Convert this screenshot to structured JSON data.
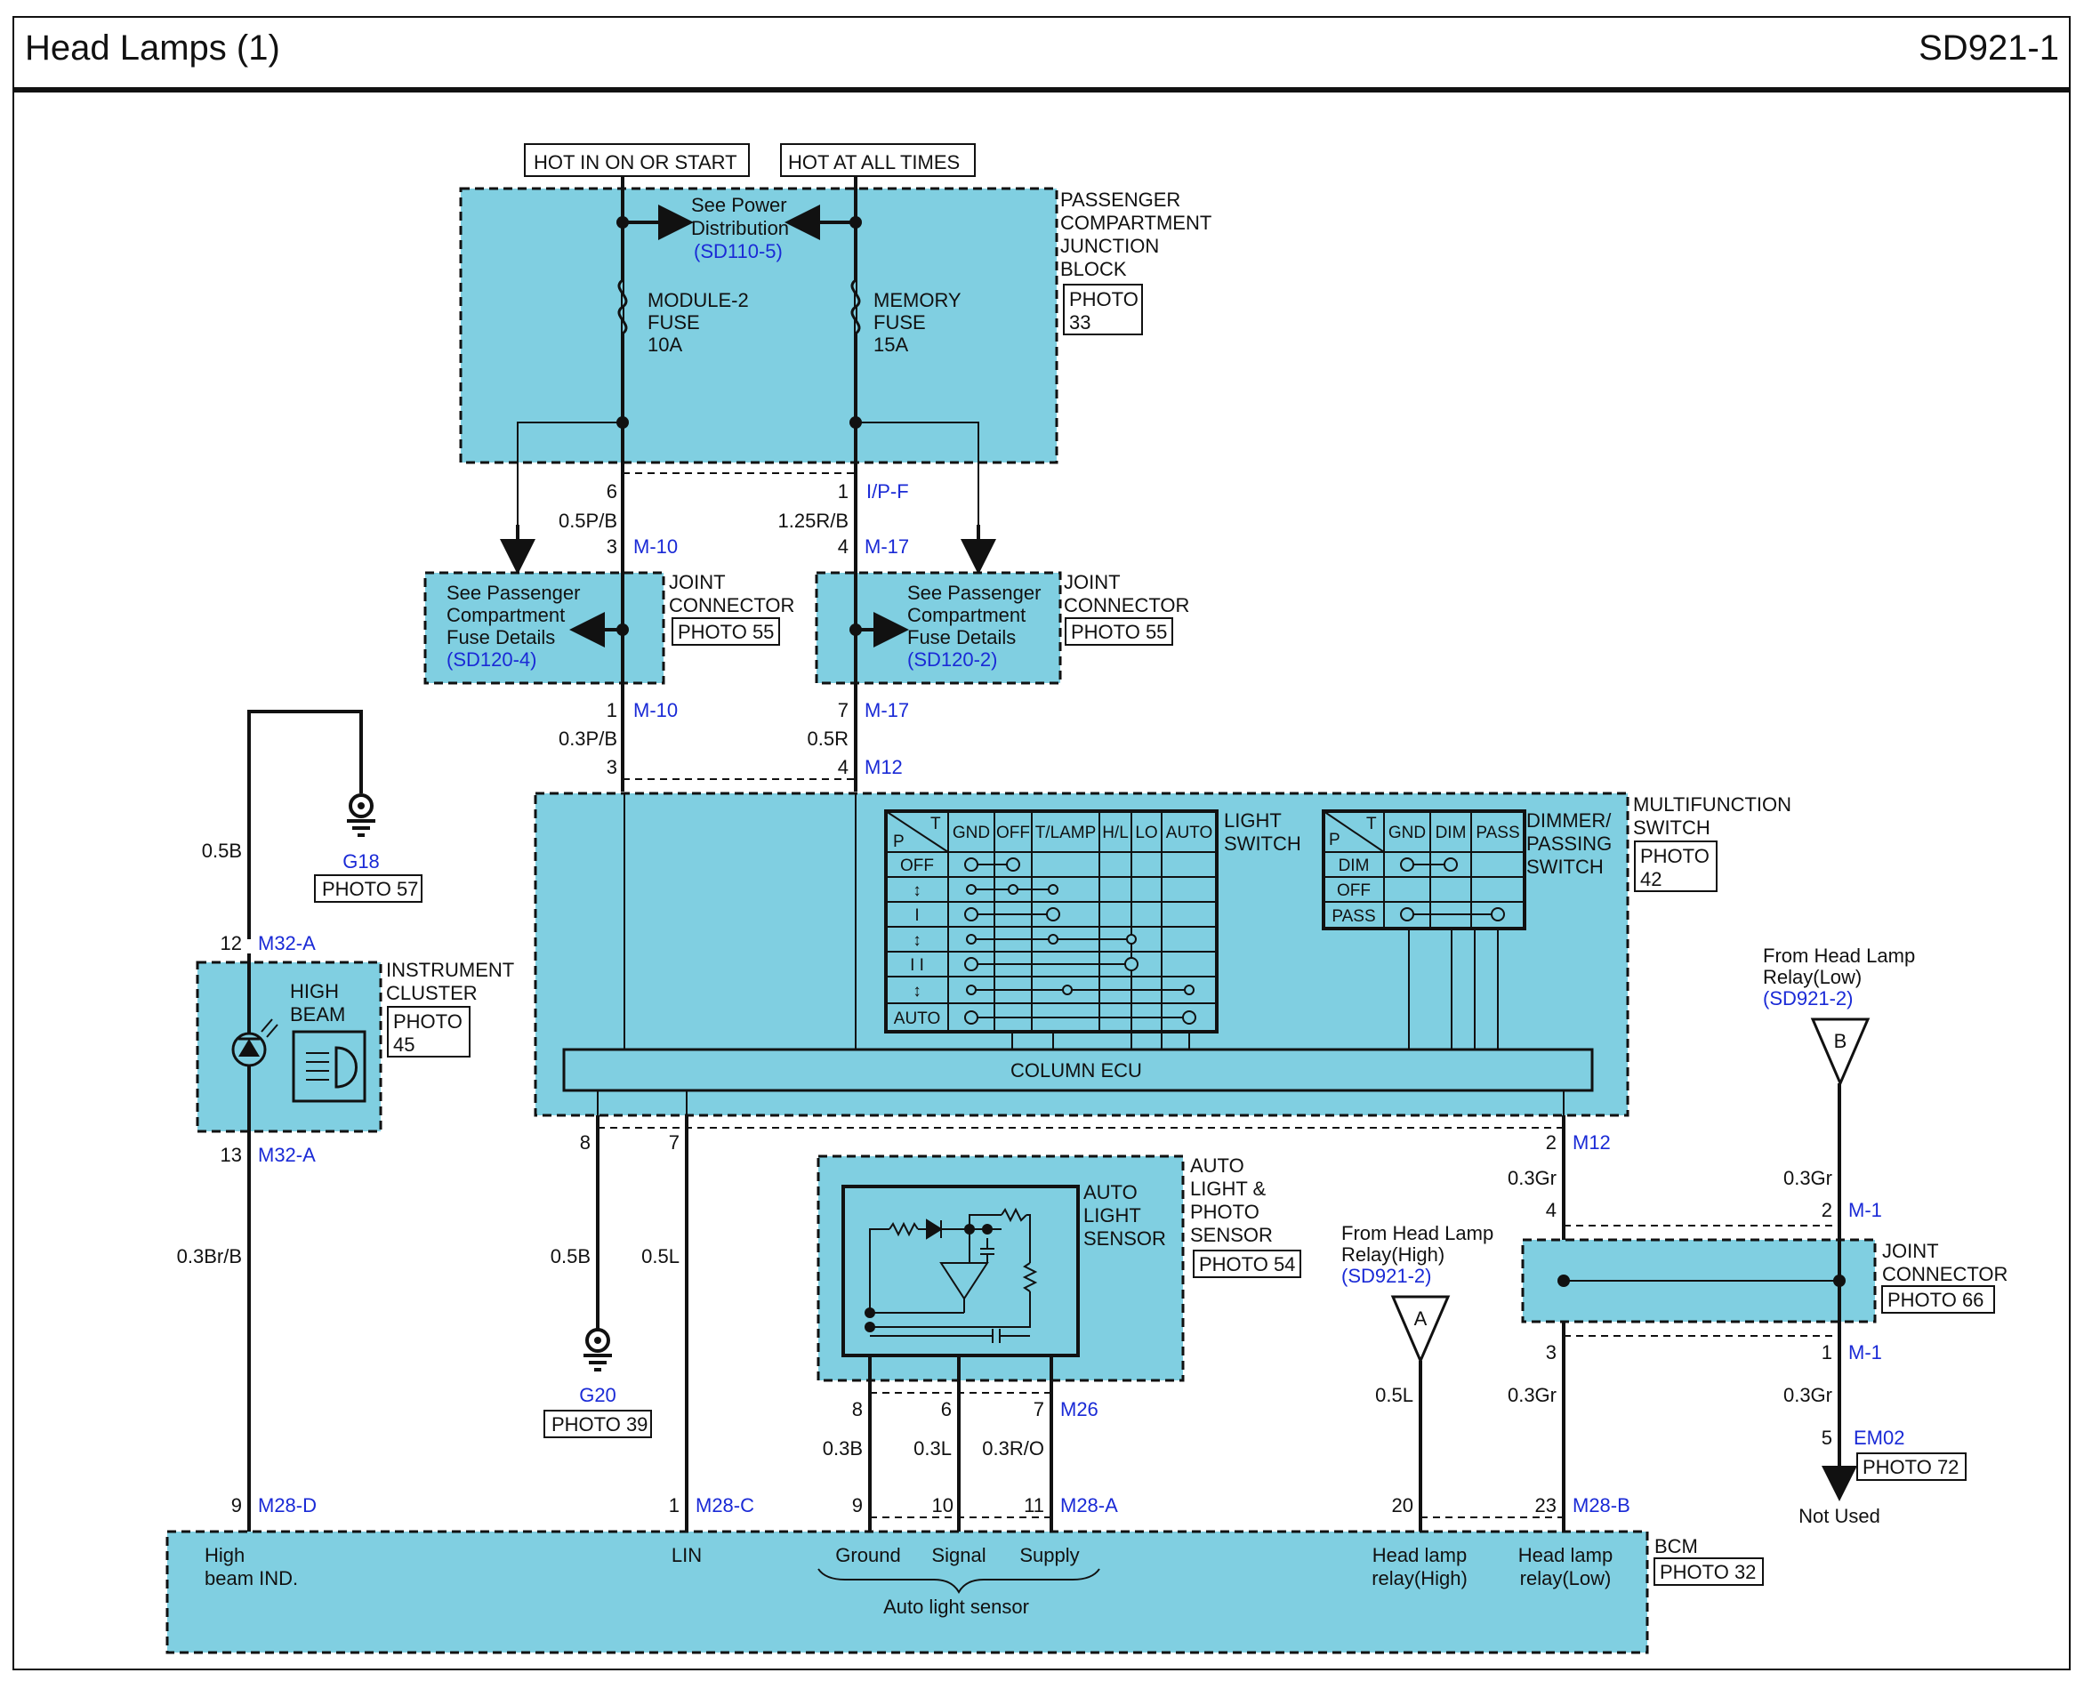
{
  "header": {
    "title": "Head Lamps (1)",
    "code": "SD921-1"
  },
  "power": {
    "hot_run": "HOT IN ON OR START",
    "hot_always": "HOT AT ALL TIMES"
  },
  "junction_block": {
    "name": [
      "PASSENGER",
      "COMPARTMENT",
      "JUNCTION",
      "BLOCK"
    ],
    "photo": [
      "PHOTO",
      "33"
    ],
    "see_power": [
      "See Power",
      "Distribution"
    ],
    "see_power_ref": "(SD110-5)",
    "fuse1": [
      "MODULE-2",
      "FUSE",
      "10A"
    ],
    "fuse2": [
      "MEMORY",
      "FUSE",
      "15A"
    ]
  },
  "pins": {
    "jb_left": "6",
    "jb_right": "1",
    "jb_conn": "I/P-F",
    "w1": "0.5P/B",
    "w2": "1.25R/B",
    "jc1_top_pin": "3",
    "jc1_top": "M-10",
    "jc2_top_pin": "4",
    "jc2_top": "M-17",
    "jc1_bot_pin": "1",
    "jc1_bot": "M-10",
    "jc2_bot_pin": "7",
    "jc2_bot": "M-17",
    "w3": "0.3P/B",
    "w4": "0.5R",
    "mf_left_pin": "3",
    "mf_right_pin": "4",
    "mf_conn": "M12",
    "mf_b1": "8",
    "mf_b2": "7",
    "mf_b3": "2",
    "mf_b3_conn": "M12",
    "w5": "0.5B",
    "w6": "0.5L",
    "w7": "0.3Gr",
    "ic_top_pin": "12",
    "ic_top": "M32-A",
    "ic_bot_pin": "13",
    "ic_bot": "M32-A",
    "w_g18": "0.5B",
    "w_ic": "0.3Br/B",
    "bcm_p9": "9",
    "bcm_p9_conn": "M28-D",
    "bcm_p1": "1",
    "bcm_p1_conn": "M28-C",
    "bcm_p9b": "9",
    "bcm_p10": "10",
    "bcm_p11": "11",
    "bcm_p11_conn": "M28-A",
    "bcm_p20": "20",
    "bcm_p23": "23",
    "bcm_p23_conn": "M28-B",
    "als_p8": "8",
    "als_p6": "6",
    "als_p7": "7",
    "als_conn": "M26",
    "w8": "0.3B",
    "w9": "0.3L",
    "w10": "0.3R/O",
    "w11": "0.5L",
    "w12": "0.3Gr",
    "jc3_p4": "4",
    "jc3_p2": "2",
    "jc3_p2_conn": "M-1",
    "jc3_p3": "3",
    "jc3_p1": "1",
    "jc3_p1_conn": "M-1",
    "w13": "0.3Gr",
    "w14": "0.3Gr",
    "em_pin": "5",
    "em_conn": "EM02"
  },
  "joint_connector_1": {
    "name": [
      "JOINT",
      "CONNECTOR"
    ],
    "photo": "PHOTO 55",
    "see": [
      "See Passenger",
      "Compartment",
      "Fuse Details"
    ],
    "ref": "(SD120-4)"
  },
  "joint_connector_2": {
    "name": [
      "JOINT",
      "CONNECTOR"
    ],
    "photo": "PHOTO 55",
    "see": [
      "See Passenger",
      "Compartment",
      "Fuse Details"
    ],
    "ref": "(SD120-2)"
  },
  "joint_connector_3": {
    "name": [
      "JOINT",
      "CONNECTOR"
    ],
    "photo": "PHOTO 66"
  },
  "multifunction": {
    "name": [
      "MULTIFUNCTION",
      "SWITCH"
    ],
    "photo": [
      "PHOTO",
      "42"
    ],
    "light_switch": [
      "LIGHT",
      "SWITCH"
    ],
    "dimmer_switch": [
      "DIMMER/",
      "PASSING",
      "SWITCH"
    ],
    "ls_cols": [
      "GND",
      "OFF",
      "T/LAMP",
      "H/L",
      "LO",
      "AUTO"
    ],
    "ls_rows": [
      "OFF",
      "↕",
      "I",
      "↕",
      "I I",
      "↕",
      "AUTO"
    ],
    "ds_cols": [
      "GND",
      "DIM",
      "PASS"
    ],
    "ds_rows": [
      "DIM",
      "OFF",
      "PASS"
    ],
    "p": "P",
    "t": "T",
    "ecu": "COLUMN ECU"
  },
  "instrument_cluster": {
    "name": [
      "INSTRUMENT",
      "CLUSTER"
    ],
    "photo": [
      "PHOTO",
      "45"
    ],
    "lamp": [
      "HIGH",
      "BEAM"
    ]
  },
  "grounds": {
    "g18": "G18",
    "g18_photo": "PHOTO 57",
    "g20": "G20",
    "g20_photo": "PHOTO 39"
  },
  "auto_light": {
    "name": [
      "AUTO",
      "LIGHT &",
      "PHOTO",
      "SENSOR"
    ],
    "photo": "PHOTO 54",
    "sensor": [
      "AUTO",
      "LIGHT",
      "SENSOR"
    ]
  },
  "relay_high": {
    "text": [
      "From Head Lamp",
      "Relay(High)"
    ],
    "ref": "(SD921-2)",
    "marker": "A"
  },
  "relay_low": {
    "text": [
      "From Head Lamp",
      "Relay(Low)"
    ],
    "ref": "(SD921-2)",
    "marker": "B"
  },
  "em02": {
    "photo": "PHOTO 72",
    "not_used": "Not Used"
  },
  "bcm": {
    "name": "BCM",
    "photo": "PHOTO 32",
    "high_beam": [
      "High",
      "beam IND."
    ],
    "lin": "LIN",
    "ground": "Ground",
    "signal": "Signal",
    "supply": "Supply",
    "auto_light": "Auto light sensor",
    "relay_high": [
      "Head lamp",
      "relay(High)"
    ],
    "relay_low": [
      "Head lamp",
      "relay(Low)"
    ]
  }
}
